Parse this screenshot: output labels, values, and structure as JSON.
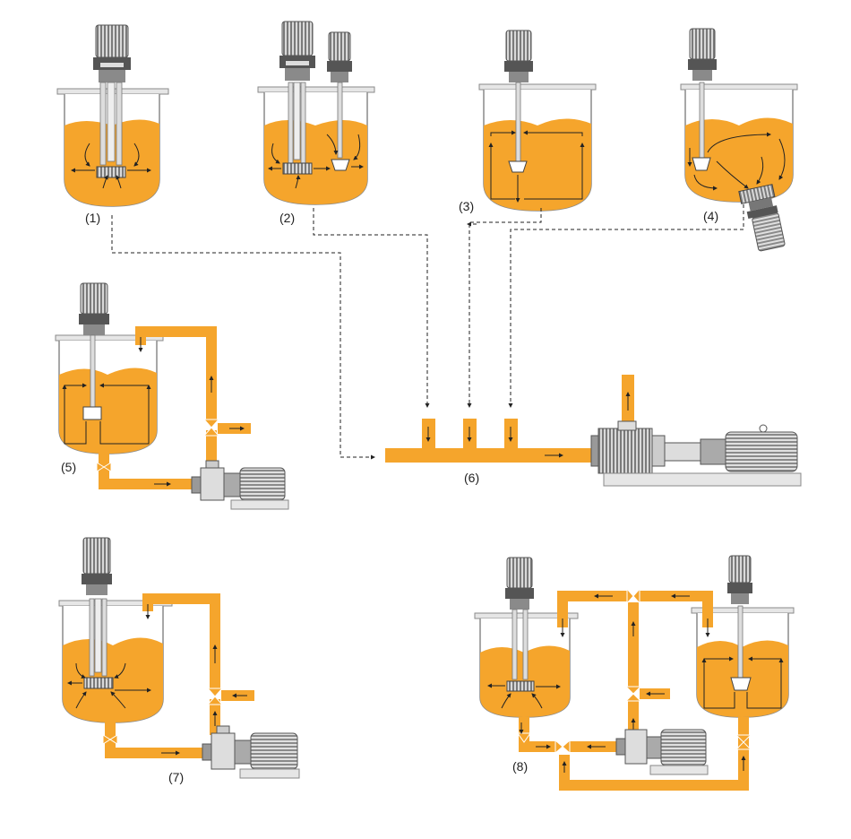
{
  "colors": {
    "liquid": "#F5A52C",
    "pipe": "#F5A52C",
    "outline": "#8a8a8a",
    "equipment": "#bfbfbf",
    "dark": "#3d3d3d",
    "arrow": "#222222"
  },
  "labels": {
    "mixer1": "(1)",
    "mixer2": "(2)",
    "mixer3": "(3)",
    "mixer4": "(4)",
    "mixer5": "(5)",
    "manifold6": "(6)",
    "mixer7": "(7)",
    "mixer8": "(8)"
  },
  "icons": {
    "motor": "motor-icon",
    "pump": "pump-icon",
    "valve": "valve-icon",
    "flow_arrow": "flow-arrow-icon"
  }
}
